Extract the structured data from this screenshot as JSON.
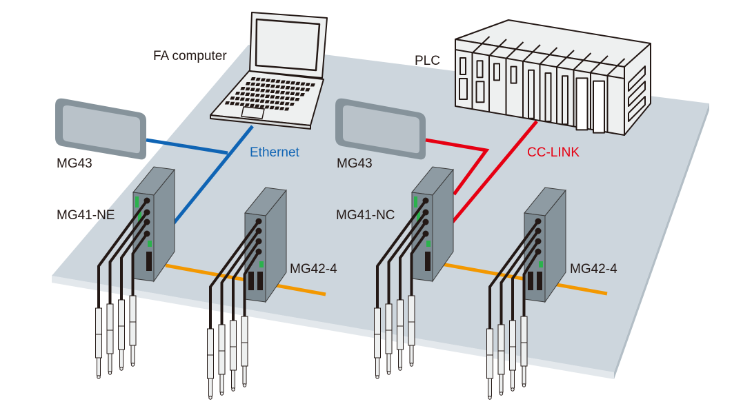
{
  "labels": {
    "fa_computer": "FA computer",
    "plc": "PLC",
    "ethernet": "Ethernet",
    "cc_link": "CC-LINK",
    "mg43_left": "MG43",
    "mg43_right": "MG43",
    "mg41_ne": "MG41-NE",
    "mg42_4_left": "MG42-4",
    "mg41_nc": "MG41-NC",
    "mg42_4_right": "MG42-4"
  },
  "colors": {
    "ethernet": "#0f64b4",
    "cc_link": "#e60012",
    "bus": "#f39800",
    "platform": "#cdd6dd",
    "module": "#7f8d95",
    "indicator": "#2bb24c"
  }
}
